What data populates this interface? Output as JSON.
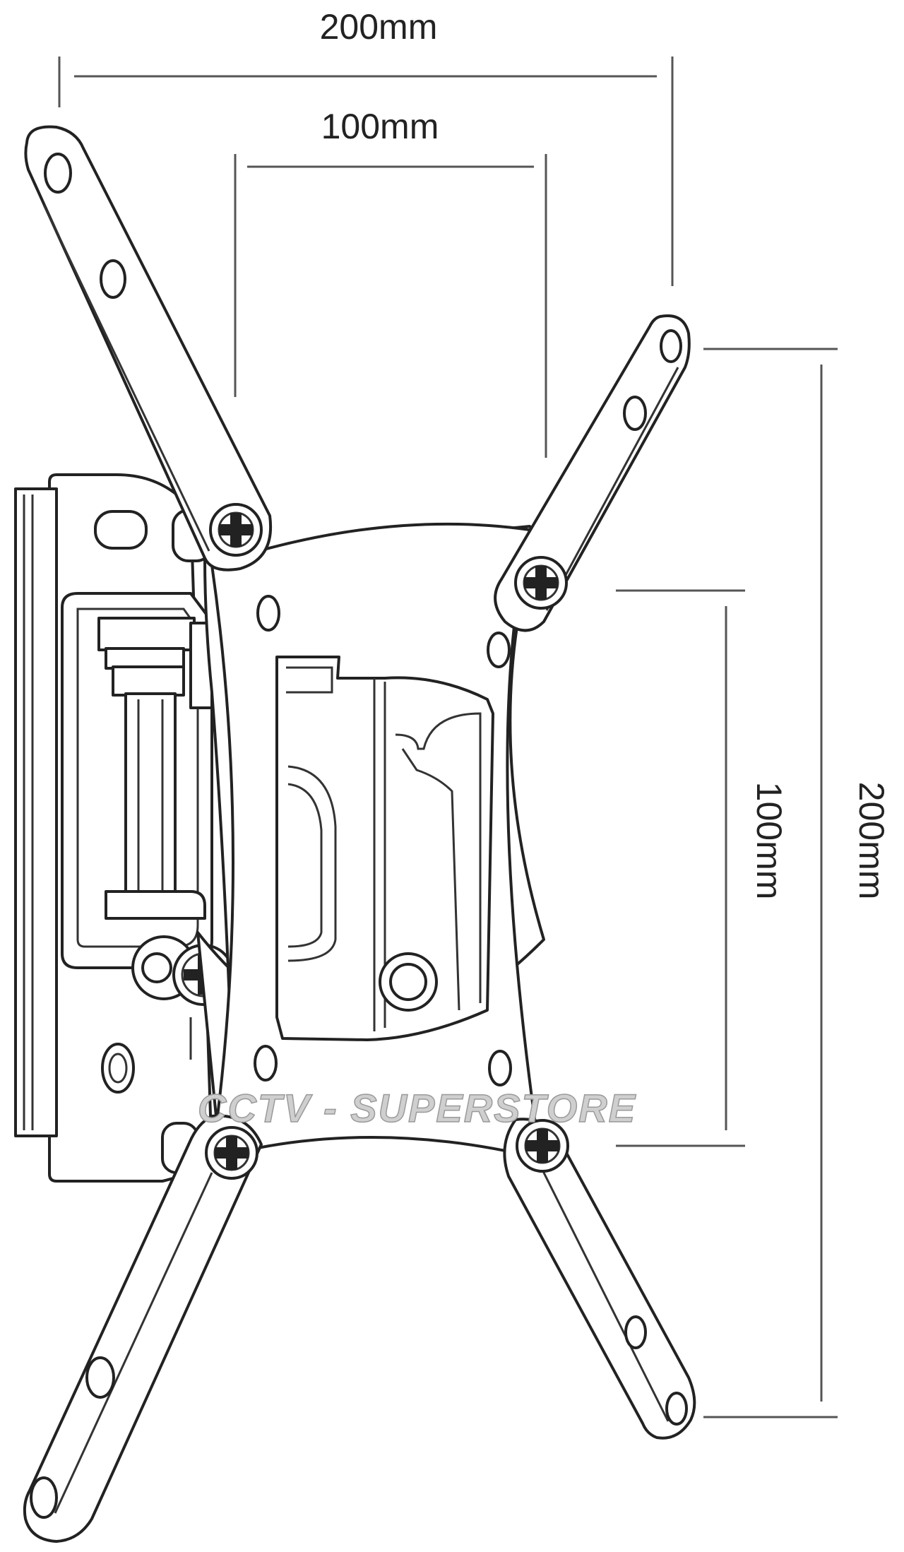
{
  "dimensions": {
    "top_outer": "200mm",
    "top_inner": "100mm",
    "right_inner": "100mm",
    "right_outer": "200mm"
  },
  "watermark": {
    "text": "CCTV - SUPERSTORE"
  },
  "colors": {
    "line": "#222222",
    "dimension_line": "#555555",
    "background": "#ffffff"
  },
  "icons": [
    "phillips-screw-icon",
    "mounting-hole-icon"
  ]
}
